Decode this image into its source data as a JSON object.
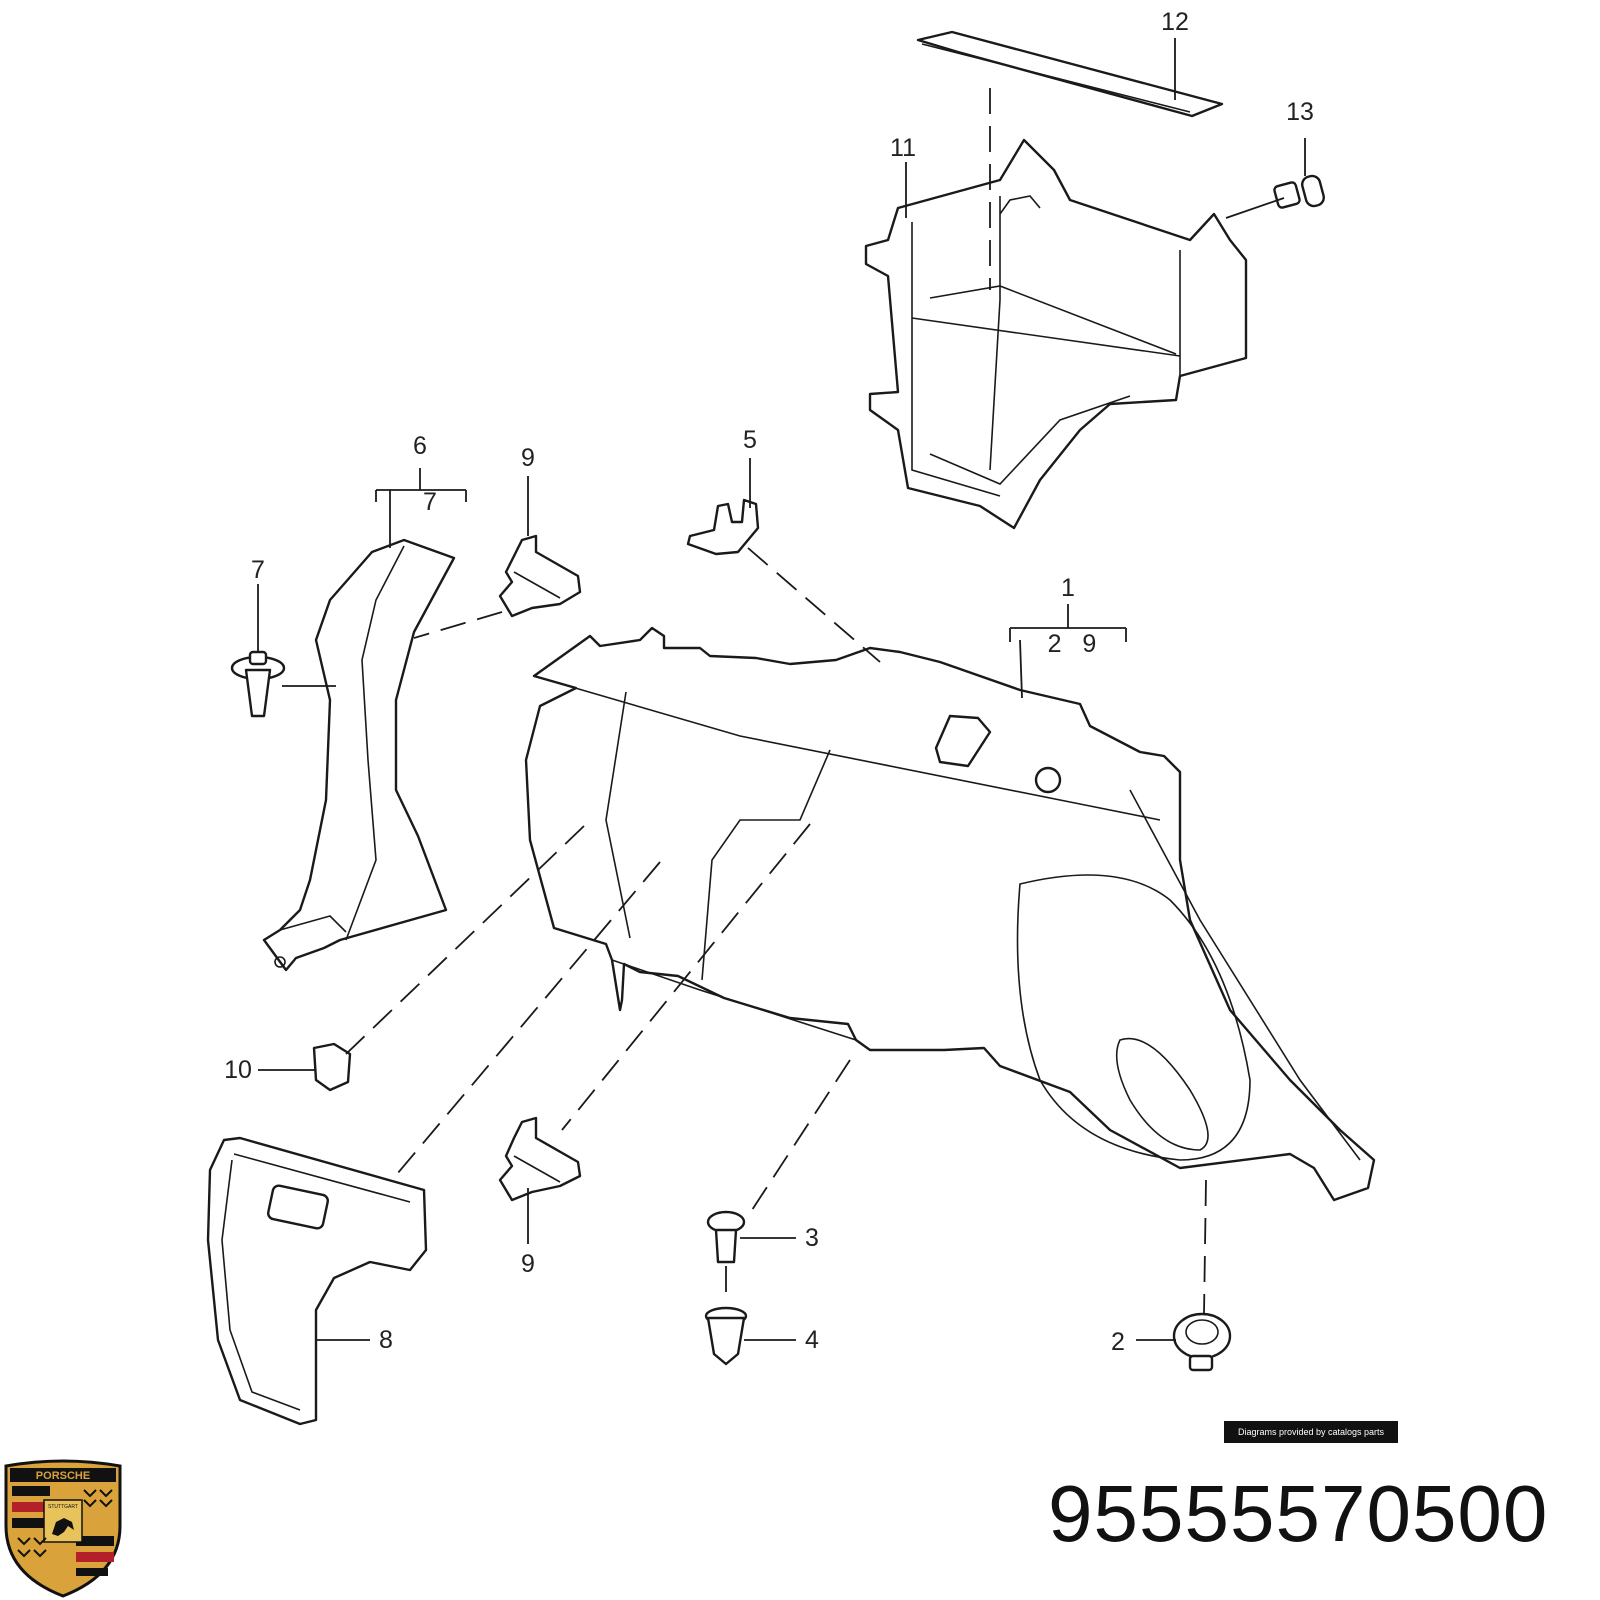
{
  "diagram": {
    "callouts": {
      "c1": "1",
      "c1_sub": "2   9",
      "c2": "2",
      "c3": "3",
      "c4": "4",
      "c5": "5",
      "c6": "6",
      "c6_sub": "7",
      "c7": "7",
      "c8": "8",
      "c9_top": "9",
      "c9_bottom": "9",
      "c10": "10",
      "c11": "11",
      "c12": "12",
      "c13": "13"
    }
  },
  "credit": "Diagrams provided by catalogs parts",
  "part_number": "95555570500",
  "logo": {
    "wordmark": "PORSCHE",
    "city": "STUTTGART",
    "colors": {
      "gold": "#d9a23a",
      "red": "#b3202a",
      "black": "#111111"
    }
  }
}
